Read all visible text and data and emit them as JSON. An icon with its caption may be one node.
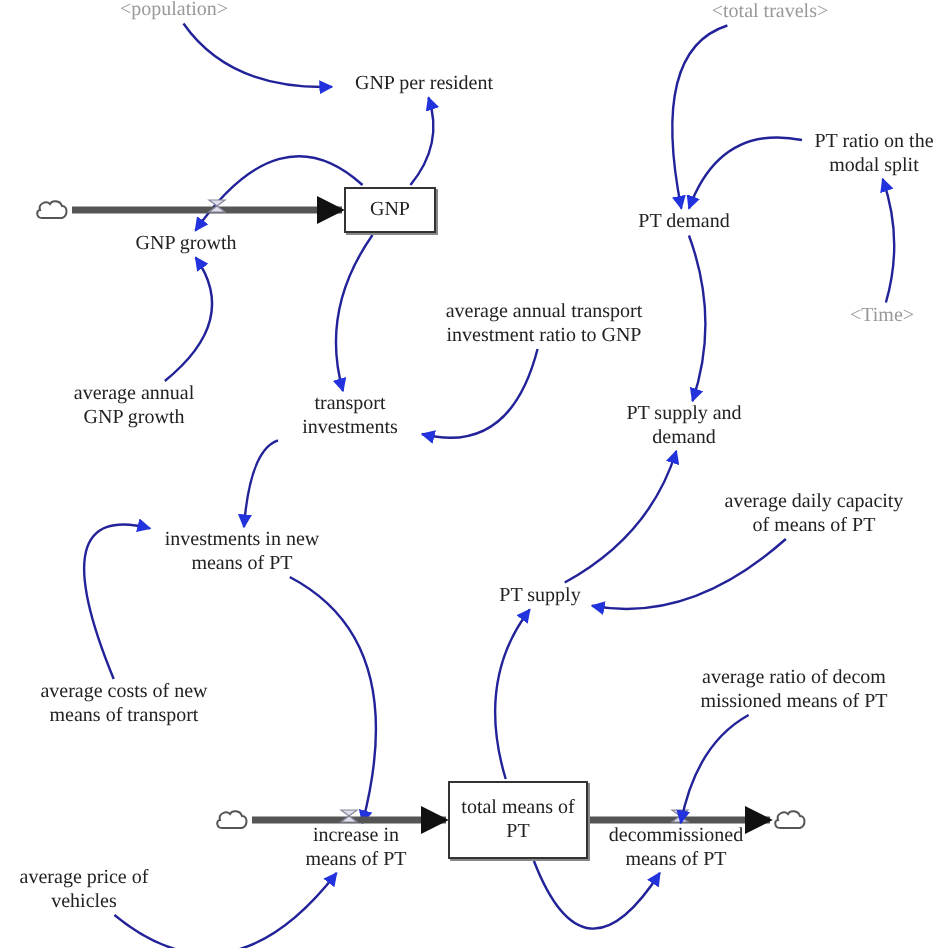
{
  "diagram": {
    "nodes": [
      {
        "text": [
          "<population>"
        ]
      },
      {
        "text": [
          "GNP per resident"
        ]
      },
      {
        "text": [],
        "shape": "cloud"
      },
      {
        "text": [
          "GNP"
        ]
      },
      {
        "text": [
          "GNP growth"
        ]
      },
      {
        "text": [
          "average annual GNP growth"
        ]
      },
      {
        "text": [
          "average annual transport investment ratio to GNP"
        ]
      },
      {
        "text": [
          "transport investments"
        ]
      },
      {
        "text": [
          "<total travels>"
        ]
      },
      {
        "text": [
          "PT ratio on the modal split"
        ]
      },
      {
        "text": [
          "PT demand"
        ]
      },
      {
        "text": [
          "<Time>"
        ]
      },
      {
        "text": [
          "PT supply and demand"
        ]
      },
      {
        "text": [
          "investments in new means of PT"
        ]
      },
      {
        "text": [
          "average costs of new means of transport"
        ]
      },
      {
        "text": [
          "average daily capacity of means of PT"
        ]
      },
      {
        "text": [
          "PT supply"
        ]
      },
      {
        "text": [
          "average ratio of decom missioned means of PT"
        ]
      },
      {
        "text": [],
        "shape": "cloud"
      },
      {
        "text": [
          "increase in means of PT"
        ]
      },
      {
        "text": [
          "total means of PT"
        ]
      },
      {
        "text": [
          "decommissioned means of PT"
        ]
      },
      {
        "text": [],
        "shape": "cloud"
      },
      {
        "text": [
          "average price of vehicles"
        ]
      }
    ],
    "edges": [
      {
        "from": 0,
        "to": 1,
        "arrow": "to"
      },
      {
        "from": 3,
        "to": 1,
        "arrow": "to"
      },
      {
        "from": 3,
        "to": 4,
        "arrow": "to"
      },
      {
        "from": 2,
        "to": 3,
        "arrow": "to",
        "style": "thick",
        "color": "#555555"
      },
      {
        "from": 5,
        "to": 4,
        "arrow": "to"
      },
      {
        "from": 3,
        "to": 7,
        "arrow": "to"
      },
      {
        "from": 6,
        "to": 7,
        "arrow": "to"
      },
      {
        "from": 8,
        "to": 10,
        "arrow": "to"
      },
      {
        "from": 9,
        "to": 10,
        "arrow": "to"
      },
      {
        "from": 11,
        "to": 9,
        "arrow": "to"
      },
      {
        "from": 10,
        "to": 12,
        "arrow": "to"
      },
      {
        "from": 7,
        "to": 13,
        "arrow": "to"
      },
      {
        "from": 14,
        "to": 13,
        "arrow": "to"
      },
      {
        "from": 13,
        "to": 19,
        "arrow": "to"
      },
      {
        "from": 23,
        "to": 19,
        "arrow": "to"
      },
      {
        "from": 16,
        "to": 12,
        "arrow": "to"
      },
      {
        "from": 15,
        "to": 16,
        "arrow": "to"
      },
      {
        "from": 20,
        "to": 16,
        "arrow": "to"
      },
      {
        "from": 18,
        "to": 20,
        "arrow": "to",
        "style": "thick",
        "color": "#555555"
      },
      {
        "from": 20,
        "to": 22,
        "arrow": "to",
        "style": "thick",
        "color": "#555555"
      },
      {
        "from": 17,
        "to": 21,
        "arrow": "to"
      },
      {
        "from": 20,
        "to": 21,
        "arrow": "to"
      }
    ]
  }
}
